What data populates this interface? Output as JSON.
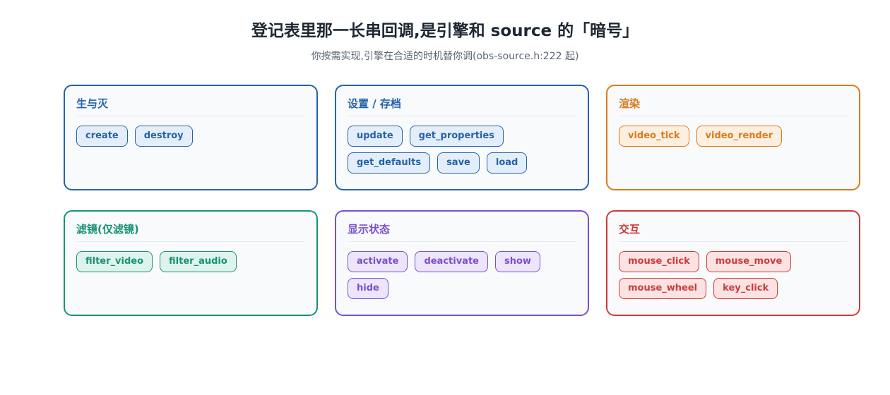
{
  "header": {
    "title": "登记表里那一长串回调,是引擎和 source 的「暗号」",
    "subtitle": "你按需实现,引擎在合适的时机替你调(obs-source.h:222 起)"
  },
  "cards": [
    {
      "title": "生与灭",
      "color": "#2563a8",
      "chip_bg": "#e3eefa",
      "items": [
        "create",
        "destroy"
      ]
    },
    {
      "title": "设置 / 存档",
      "color": "#2563a8",
      "chip_bg": "#e3eefa",
      "items": [
        "update",
        "get_properties",
        "get_defaults",
        "save",
        "load"
      ]
    },
    {
      "title": "渲染",
      "color": "#d97a1e",
      "chip_bg": "#fcefdf",
      "items": [
        "video_tick",
        "video_render"
      ]
    },
    {
      "title": "滤镜(仅滤镜)",
      "color": "#1a9176",
      "chip_bg": "#ddf3ec",
      "items": [
        "filter_video",
        "filter_audio"
      ]
    },
    {
      "title": "显示状态",
      "color": "#7b4fcf",
      "chip_bg": "#ede5fb",
      "items": [
        "activate",
        "deactivate",
        "show",
        "hide"
      ]
    },
    {
      "title": "交互",
      "color": "#cf3a3a",
      "chip_bg": "#fbe3e3",
      "items": [
        "mouse_click",
        "mouse_move",
        "mouse_wheel",
        "key_click"
      ]
    }
  ]
}
